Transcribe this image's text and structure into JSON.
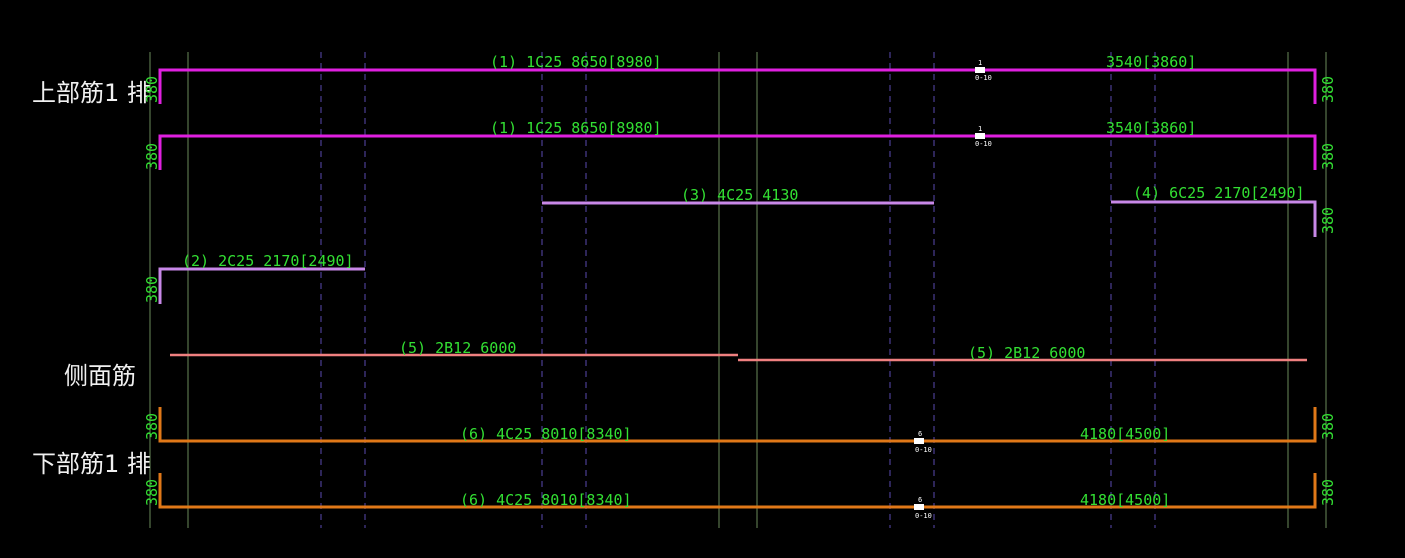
{
  "colors": {
    "background": "#000000",
    "top_bar": "#e020e0",
    "mid_bar": "#c888e8",
    "side_bar": "#f08080",
    "bottom_bar": "#e07818",
    "text_green": "#33e033",
    "grid_solid": "#6a8a5a",
    "grid_dashed": "#5a4ab0",
    "label_white": "#f0f0f0"
  },
  "row_labels": {
    "top": "上部筋1 排",
    "side": "侧面筋",
    "bottom": "下部筋1 排"
  },
  "hook_dim": "380",
  "splice": {
    "top": "1",
    "num": "0-10"
  },
  "bars": {
    "top1": {
      "left": "(1) 1C25 8650[8980]",
      "right": "3540[3860]"
    },
    "top2": {
      "left": "(1) 1C25 8650[8980]",
      "right": "3540[3860]"
    },
    "bar3": {
      "label": "(3) 4C25 4130"
    },
    "bar4": {
      "label": "(4) 6C25 2170[2490]"
    },
    "bar2": {
      "label": "(2) 2C25 2170[2490]"
    },
    "side1": {
      "label": "(5) 2B12 6000"
    },
    "side2": {
      "label": "(5) 2B12 6000"
    },
    "bot1": {
      "left": "(6) 4C25 8010[8340]",
      "right": "4180[4500]"
    },
    "bot2": {
      "left": "(6) 4C25 8010[8340]",
      "right": "4180[4500]"
    }
  },
  "bottom_splice": {
    "top": "6",
    "num": "0-10"
  }
}
